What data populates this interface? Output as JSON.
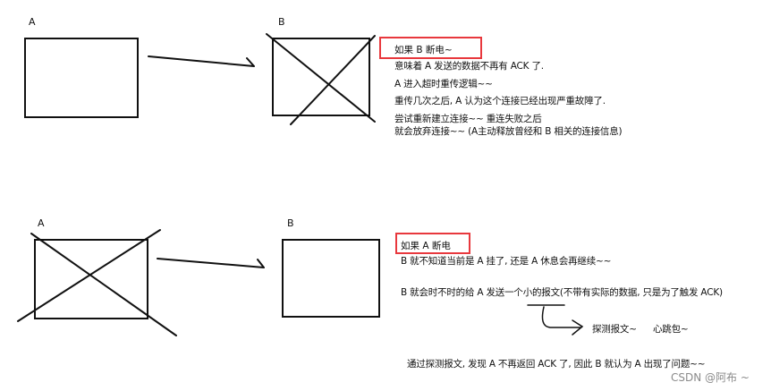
{
  "colors": {
    "stroke": "#111111",
    "highlight": "#e8383d",
    "watermark": "#8a8a8a"
  },
  "scenario1": {
    "node_a_label": "A",
    "node_b_label": "B",
    "node_b_state": "crossed-out",
    "heading": "如果 B 断电~",
    "lines": [
      "意味着 A 发送的数据不再有 ACK 了.",
      "A 进入超时重传逻辑~~",
      "重传几次之后, A 认为这个连接已经出现严重故障了.",
      "尝试重新建立连接~~ 重连失败之后",
      "就会放弃连接~~ (A主动释放曾经和 B 相关的连接信息)"
    ]
  },
  "scenario2": {
    "node_a_label": "A",
    "node_b_label": "B",
    "node_a_state": "crossed-out",
    "heading": "如果 A 断电",
    "line1": "B 就不知道当前是 A 挂了, 还是 A 休息会再继续~~",
    "line2": "B 就会时不时的给 A 发送一个小的报文(不带有实际的数据, 只是为了触发 ACK)",
    "annotation_probe": "探测报文~",
    "annotation_heartbeat": "心跳包~",
    "conclusion": "通过探测报文, 发现 A 不再返回 ACK 了, 因此 B 就认为 A 出现了问题~~"
  },
  "watermark": "CSDN @阿布 ~"
}
